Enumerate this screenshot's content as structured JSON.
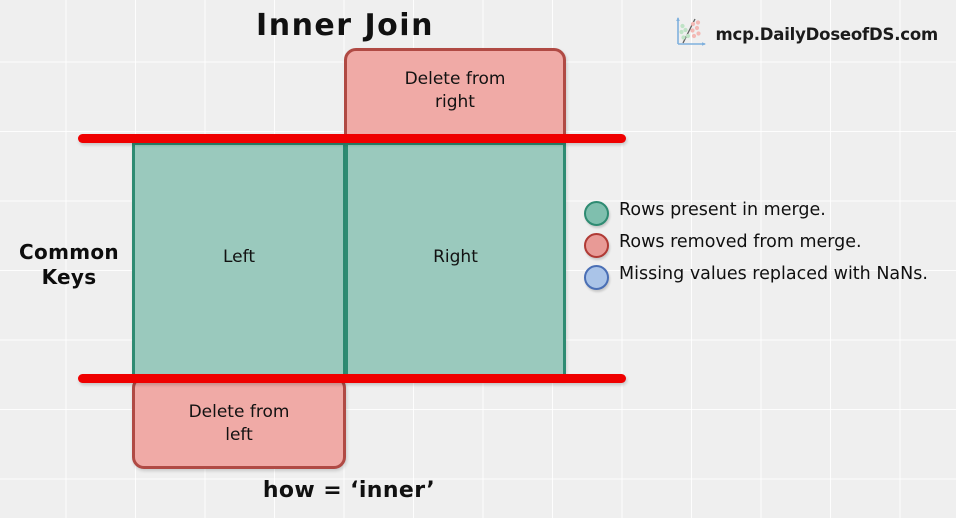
{
  "title": "Inner Join",
  "brand": {
    "icon": "scatter-plot-icon",
    "text": "mcp.DailyDoseofDS.com"
  },
  "diagram": {
    "common_keys_label": "Common\nKeys",
    "caption": "how = ‘inner’",
    "boxes": [
      {
        "id": "delete-right",
        "label": "Delete from\nright",
        "color": "#f0aaa6",
        "border": "#b04a44"
      },
      {
        "id": "delete-left",
        "label": "Delete from\nleft",
        "color": "#f0aaa6",
        "border": "#b04a44"
      },
      {
        "id": "left",
        "label": "Left",
        "color": "#9ac9bd",
        "border": "#2e8b72"
      },
      {
        "id": "right",
        "label": "Right",
        "color": "#9ac9bd",
        "border": "#2e8b72"
      }
    ],
    "separator_color": "#ef0000"
  },
  "legend": {
    "items": [
      {
        "color": "#7fbfae",
        "border": "#2e8b72",
        "text": "Rows present in merge."
      },
      {
        "color": "#e89a96",
        "border": "#b03a35",
        "text": "Rows removed from merge."
      },
      {
        "color": "#aac4e8",
        "border": "#4a6fb5",
        "text": "Missing values replaced with NaNs."
      }
    ]
  },
  "colors": {
    "background": "#efefef",
    "grid": "#ffffff",
    "green_fill": "#9ac9bd",
    "green_border": "#2e8b72",
    "red_fill": "#f0aaa6",
    "red_border": "#b04a44",
    "line_red": "#ef0000"
  }
}
